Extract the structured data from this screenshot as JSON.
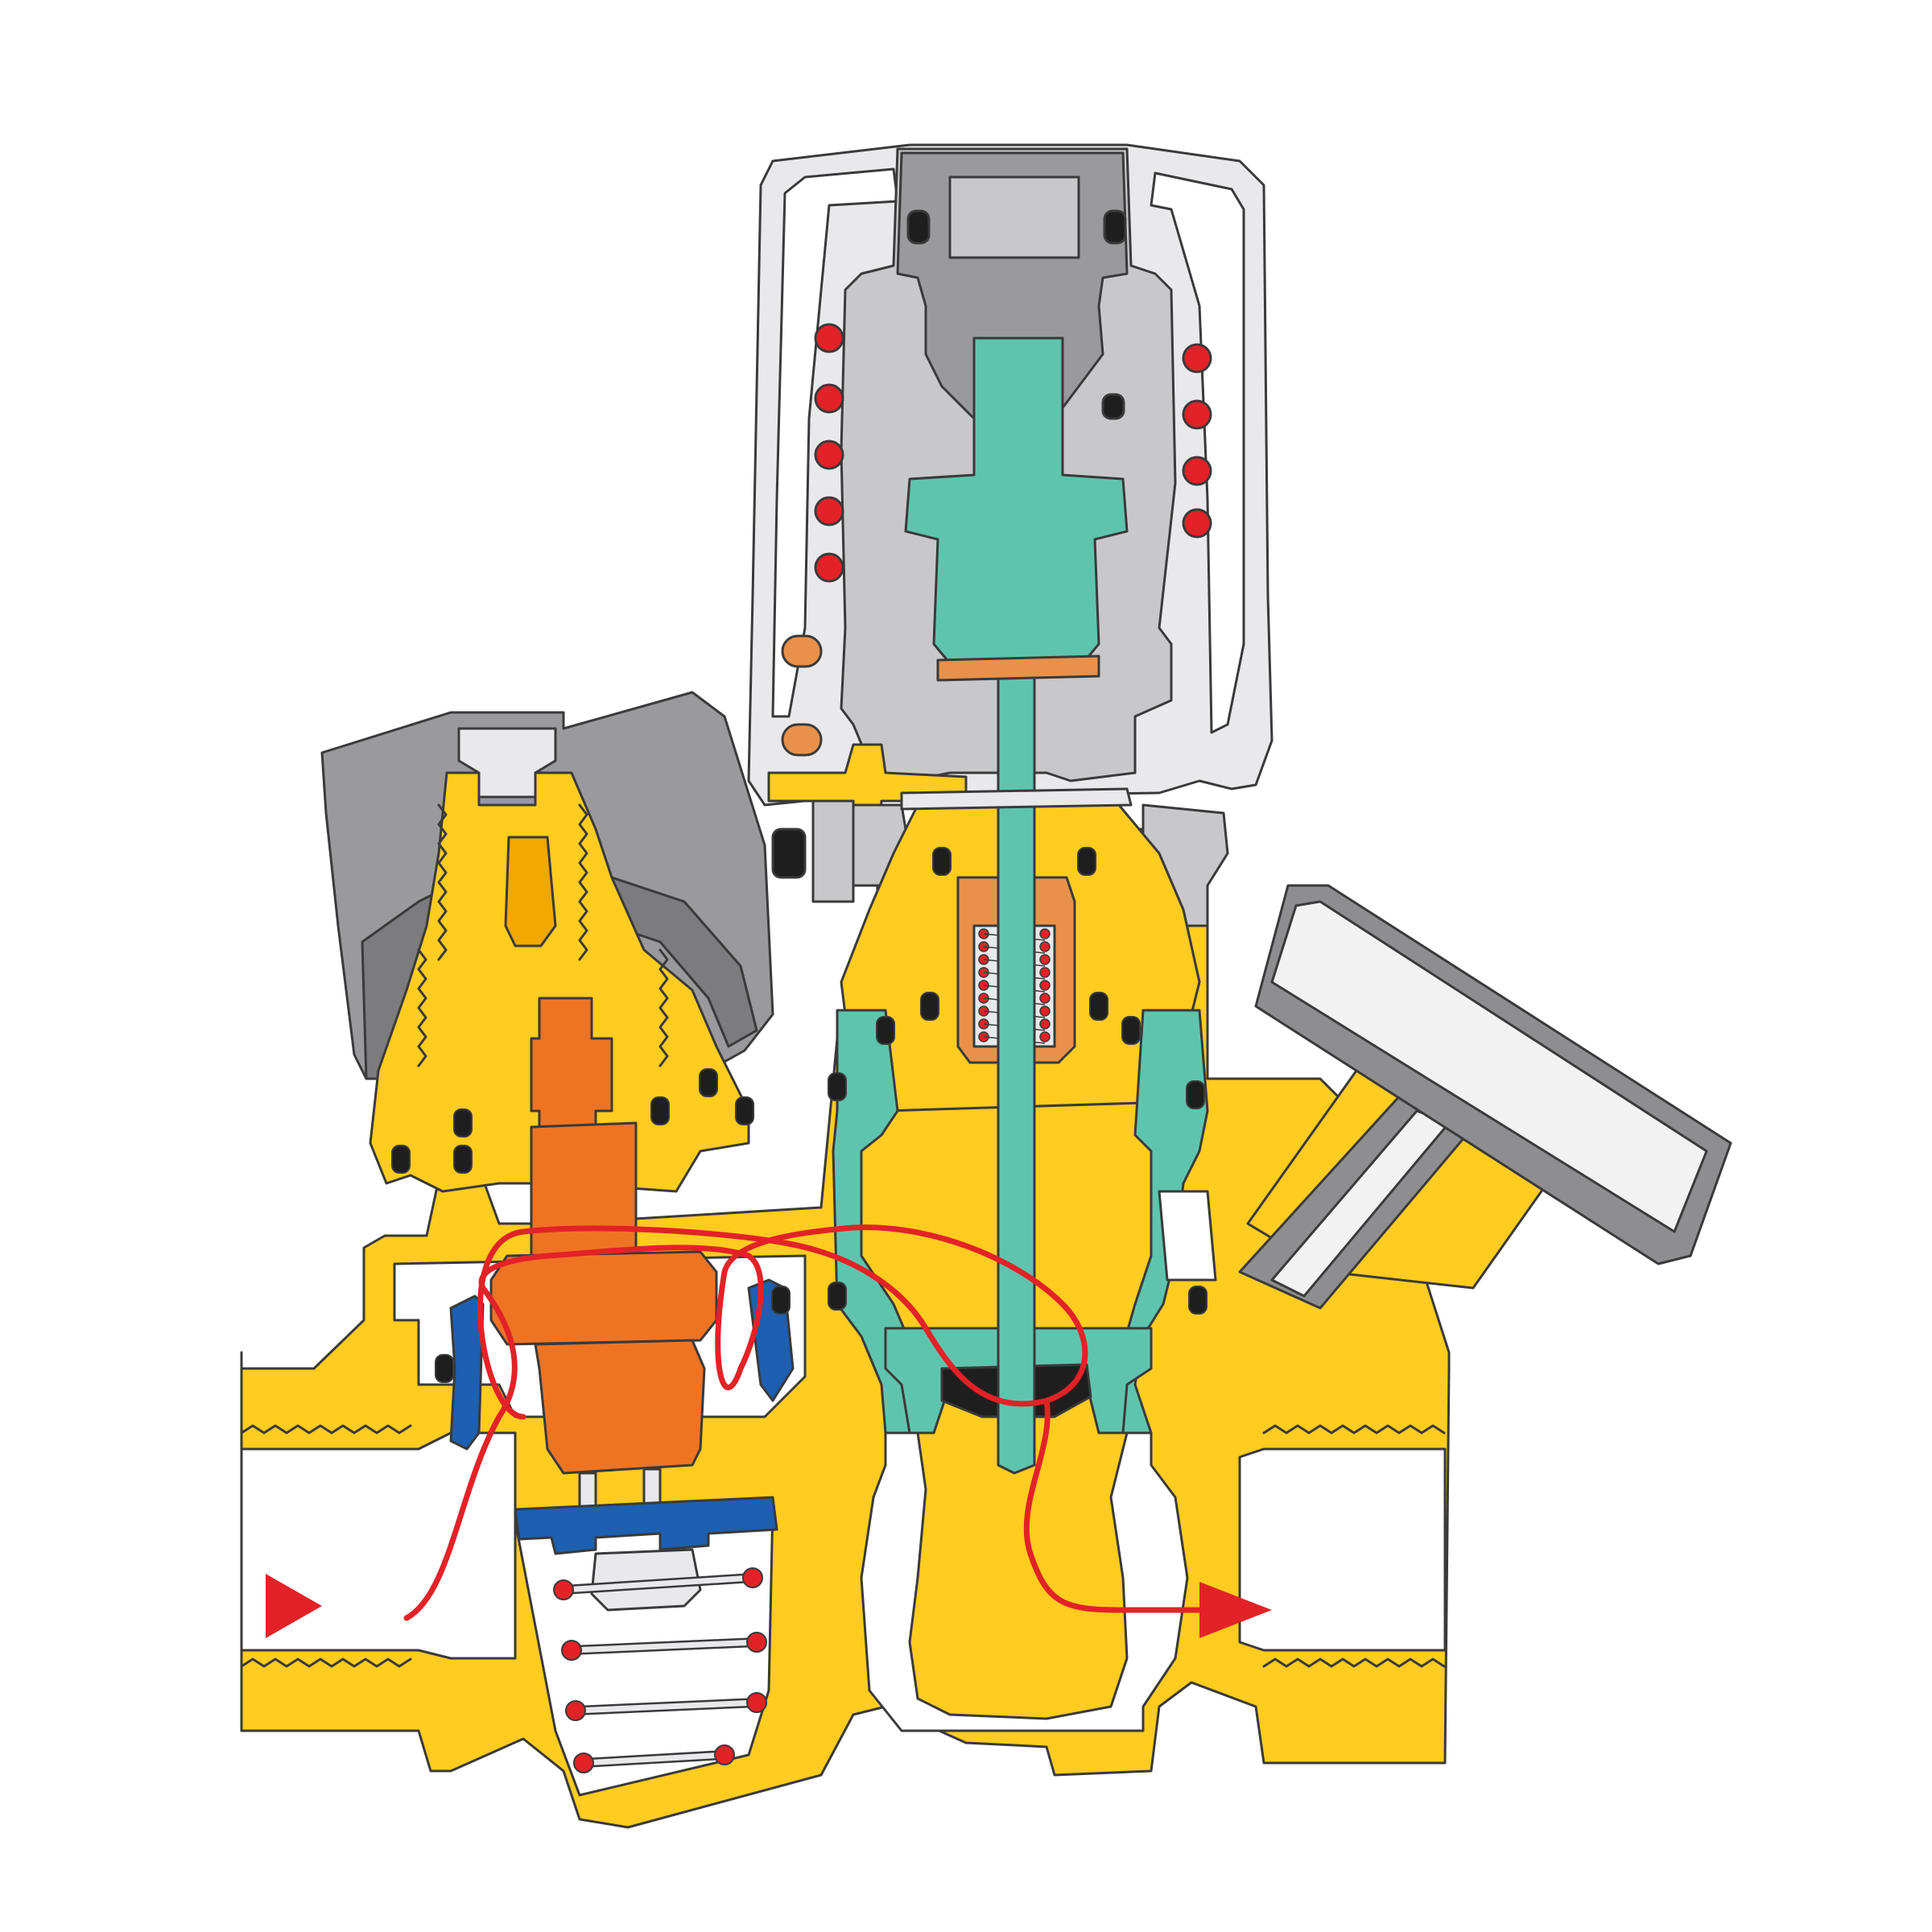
{
  "diagram": {
    "subject": "valve-cross-section",
    "colors": {
      "brass": "#FFCC1F",
      "brass_dark": "#F2A800",
      "outline": "#3A3A3A",
      "cap_gray": "#9A9A9C",
      "cap_gray_dark": "#7C7C7E",
      "housing_light": "#E9E9EB",
      "housing_mid": "#C8C8CA",
      "teal": "#5FC4AE",
      "orange": "#EE7424",
      "blue": "#1D5FB0",
      "flow_red": "#E32227",
      "seal_black": "#1E1E1E",
      "copper": "#E8914A",
      "steel_light": "#F2F2F2",
      "steel_dark": "#8E8E90",
      "cavity": "#FFFFFF"
    },
    "flow": {
      "inlet_arrow": "arrow-right-icon",
      "outlet_arrow": "arrow-right-icon",
      "path": "flow-path"
    },
    "parts": [
      "valve-body",
      "left-regulator-cap",
      "left-spindle",
      "left-piston",
      "left-diaphragm",
      "thermostatic-head",
      "center-stem",
      "center-insert",
      "right-handwheel",
      "bottom-spring"
    ]
  }
}
